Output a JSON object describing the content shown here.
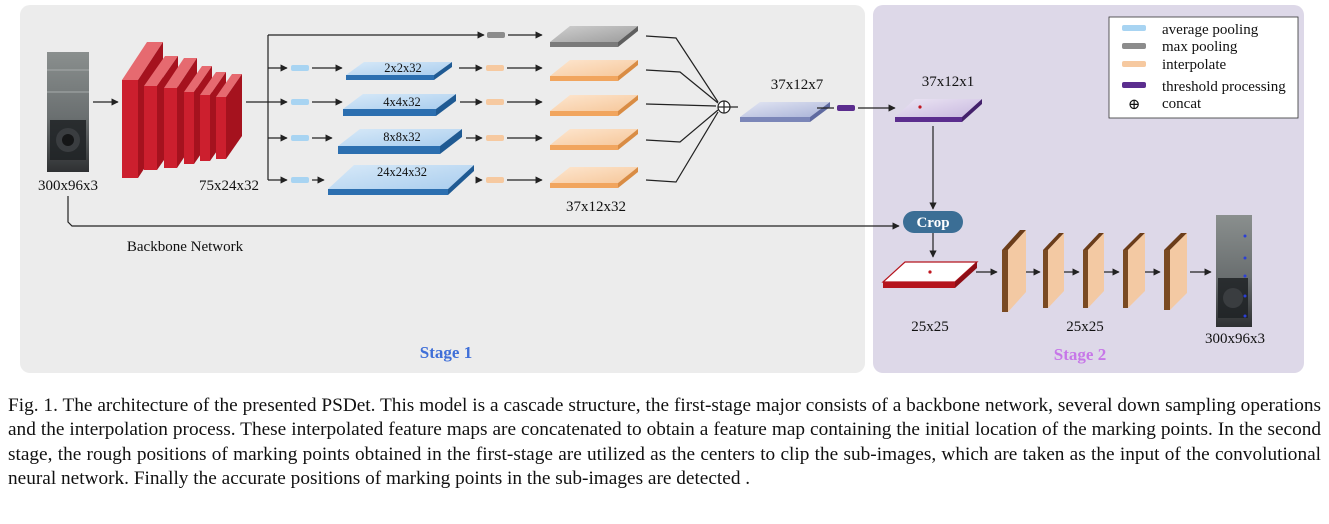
{
  "stages": {
    "stage1_label": "Stage 1",
    "stage2_label": "Stage 2",
    "backbone_label": "Backbone Network",
    "crop_label": "Crop"
  },
  "dims": {
    "input": "300x96x3",
    "backbone_out": "75x24x32",
    "pool_2": "2x2x32",
    "pool_4": "4x4x32",
    "pool_8": "8x8x32",
    "pool_24": "24x24x32",
    "interp": "37x12x32",
    "concat": "37x12x7",
    "threshold": "37x12x1",
    "crop_map": "25x25",
    "cnn_map": "25x25",
    "output": "300x96x3"
  },
  "legend": {
    "avg_pool": "average pooling",
    "max_pool": "max pooling",
    "interpolate": "interpolate",
    "threshold": "threshold processing",
    "concat": "concat",
    "concat_symbol": "⊕"
  },
  "colors": {
    "avg_pool": "#a8d4f2",
    "max_pool": "#8c8c8c",
    "interpolate": "#f6c9a0",
    "threshold": "#5b2d8e",
    "backbone": "#cc1f2e",
    "pool_map": "#2c6fb0",
    "interp_map": "#f1a55e",
    "stage1_bg": "#ececec",
    "stage2_bg": "#ddd8e8",
    "crop_badge": "#3b6e95"
  },
  "caption": "Fig. 1. The architecture of the presented PSDet. This model is a cascade structure, the first-stage major consists of a backbone network, several down sampling operations and the interpolation process. These interpolated feature maps are concatenated to obtain a feature map containing the initial location of the marking points. In the second stage, the rough positions of marking points obtained in the first-stage are utilized as the centers to clip the sub-images, which are taken as the input of the convolutional neural network. Finally the accurate positions of marking points in the sub-images are detected ."
}
